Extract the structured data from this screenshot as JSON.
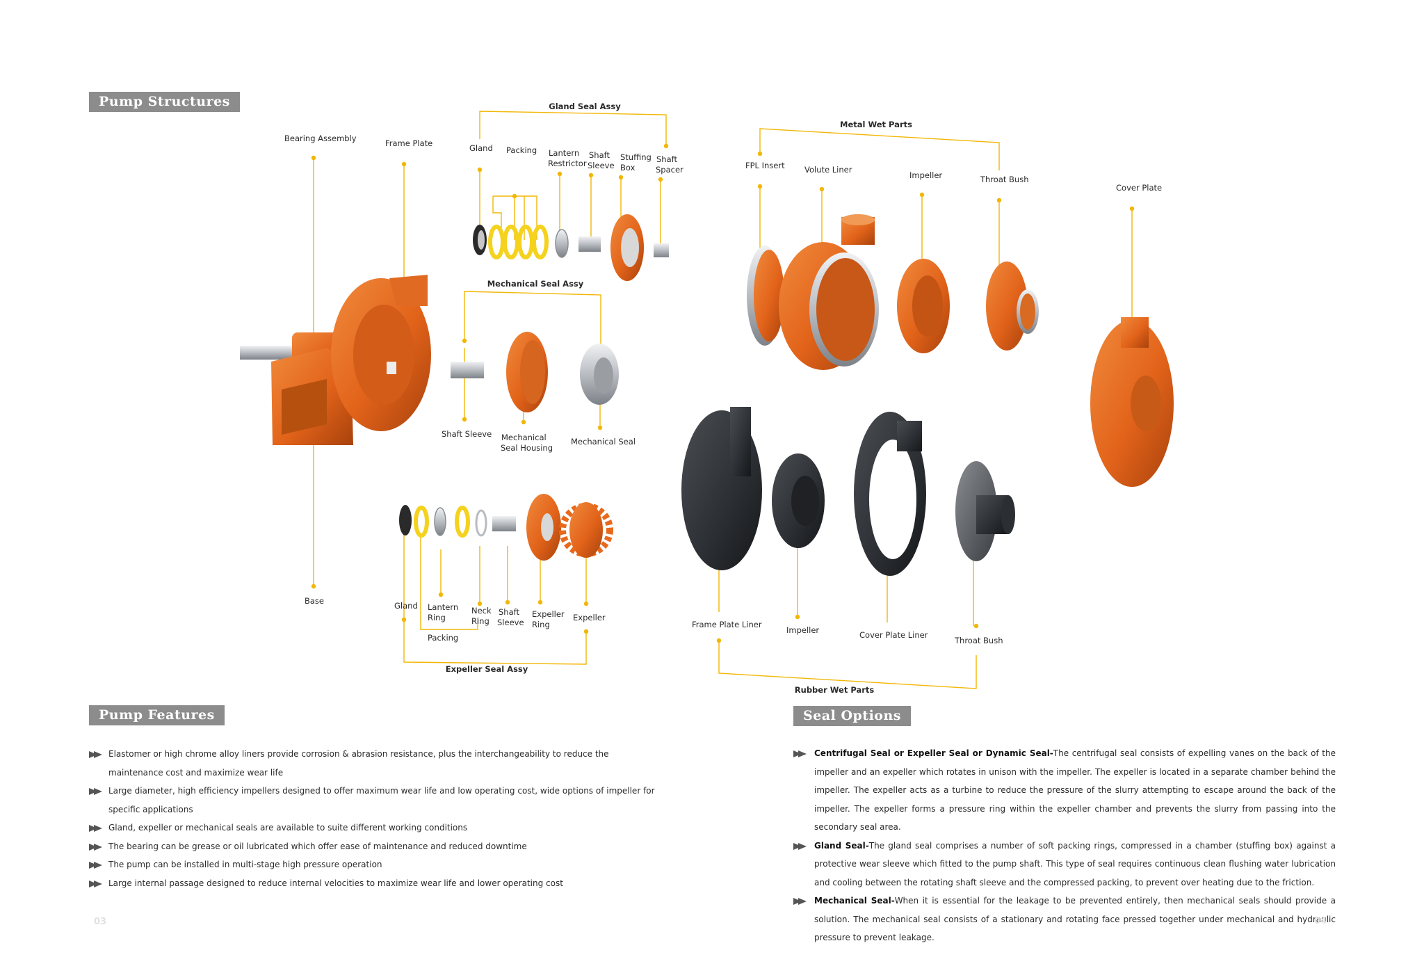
{
  "sections": {
    "structures": "Pump Structures",
    "features": "Pump Features",
    "seals": "Seal Options"
  },
  "groups": {
    "gland_seal": "Gland Seal Assy",
    "mechanical_seal": "Mechanical Seal Assy",
    "expeller_seal": "Expeller Seal Assy",
    "metal_wet": "Metal Wet Parts",
    "rubber_wet": "Rubber Wet Parts"
  },
  "labels": {
    "bearing_assembly": "Bearing Assembly",
    "frame_plate": "Frame Plate",
    "base": "Base",
    "gs_gland": "Gland",
    "gs_packing": "Packing",
    "gs_lantern_1": "Lantern",
    "gs_lantern_2": "Restrictor",
    "gs_shaft_sleeve_1": "Shaft",
    "gs_shaft_sleeve_2": "Sleeve",
    "gs_stuffing_1": "Stuffing",
    "gs_stuffing_2": "Box",
    "gs_spacer_1": "Shaft",
    "gs_spacer_2": "Spacer",
    "ms_shaft_sleeve": "Shaft Sleeve",
    "ms_housing_1": "Mechanical",
    "ms_housing_2": "Seal Housing",
    "ms_seal": "Mechanical Seal",
    "es_gland": "Gland",
    "es_lantern_1": "Lantern",
    "es_lantern_2": "Ring",
    "es_packing": "Packing",
    "es_neck_1": "Neck",
    "es_neck_2": "Ring",
    "es_sleeve_1": "Shaft",
    "es_sleeve_2": "Sleeve",
    "es_exp_ring_1": "Expeller",
    "es_exp_ring_2": "Ring",
    "es_expeller": "Expeller",
    "mw_fpl": "FPL Insert",
    "mw_volute": "Volute Liner",
    "mw_impeller": "Impeller",
    "mw_throat": "Throat Bush",
    "cover_plate": "Cover Plate",
    "rw_frame_liner": "Frame Plate Liner",
    "rw_impeller": "Impeller",
    "rw_cover_liner": "Cover Plate Liner",
    "rw_throat": "Throat Bush"
  },
  "features": [
    "Elastomer or high chrome alloy liners provide corrosion & abrasion resistance, plus the interchangeability to reduce the maintenance cost and maximize wear life",
    "Large diameter, high efficiency impellers designed to offer maximum wear life and low operating cost, wide options of impeller for specific applications",
    "Gland, expeller or mechanical seals are available to suite different working conditions",
    "The bearing can be grease or oil lubricated which offer ease of maintenance and reduced downtime",
    "The pump can be installed in multi-stage high pressure operation",
    "Large internal passage designed to reduce internal velocities to maximize wear life and lower operating cost"
  ],
  "seal_options": [
    {
      "name": "Centrifugal Seal or Expeller Seal or Dynamic Seal-",
      "text": "The centrifugal seal consists of expelling vanes on the back of the impeller and an expeller which rotates in unison with the impeller. The expeller is located in a separate chamber behind the impeller. The expeller acts as a turbine to reduce the pressure of the slurry attempting to escape around the back of the impeller. The expeller forms a pressure ring within the expeller chamber and prevents the slurry from passing into the secondary seal area."
    },
    {
      "name": "Gland Seal-",
      "text": "The gland seal comprises a number of soft packing rings, compressed in a chamber (stuffing box) against a protective wear sleeve which fitted to the pump shaft. This type of seal requires continuous clean flushing water lubrication and cooling between the rotating shaft sleeve and the compressed packing, to prevent over heating due to the friction."
    },
    {
      "name": "Mechanical Seal-",
      "text": "When it is essential for the leakage to be prevented entirely, then mechanical seals should provide a solution. The mechanical seal consists of a stationary and rotating face pressed together under mechanical and hydraulic pressure to prevent leakage."
    }
  ],
  "page_numbers": {
    "left": "03",
    "right": "04"
  },
  "colors": {
    "leader": "#f2b705",
    "orange": "#e8691c",
    "orange_dark": "#b8480c",
    "rubber": "#2f3236",
    "steel": "#c9ccd0",
    "yellow_ring": "#f4d21d",
    "title_bg": "#8c8c8c"
  }
}
